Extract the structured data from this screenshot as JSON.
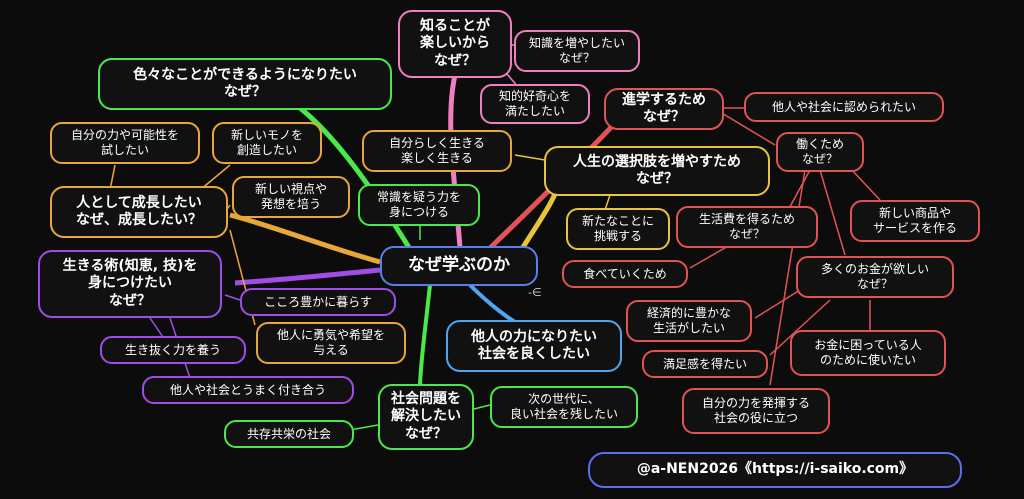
{
  "center": "なぜ学ぶのか",
  "mark": "-∈",
  "nodes": {
    "know_fun": "知ることが\n楽しいから\nなぜ？",
    "increase_knowledge": "知識を増やしたい\nなぜ？",
    "curiosity": "知的好奇心を\n満たしたい",
    "various_things": "色々なことができるようになりたい\nなぜ？",
    "live_myself": "自分らしく生きる\n楽しく生きる",
    "question_common": "常識を疑う力を\n身につける",
    "try_potential": "自分の力や可能性を\n試したい",
    "create_new": "新しいモノを\n創造したい",
    "new_view": "新しい視点や\n発想を培う",
    "grow": "人として成長したい\nなぜ、成長したい？",
    "skills": "生きる術(知恵, 技)を\n身につけたい\nなぜ？",
    "rich_heart": "こころ豊かに暮らす",
    "courage": "他人に勇気や希望を\n与える",
    "survive": "生き抜く力を養う",
    "get_along": "他人や社会とうまく付き合う",
    "go_school": "進学するため\nなぜ？",
    "recognized": "他人や社会に認められたい",
    "choices": "人生の選択肢を増やすため\nなぜ？",
    "work": "働くため\nなぜ？",
    "new_challenge": "新たなことに\n挑戦する",
    "living_cost": "生活費を得るため\nなぜ？",
    "new_product": "新しい商品や\nサービスを作る",
    "eat": "食べていくため",
    "much_money": "多くのお金が欲しい\nなぜ？",
    "rich_life": "経済的に豊かな\n生活がしたい",
    "satisfaction": "満足感を得たい",
    "help_poor": "お金に困っている人\nのために使いたい",
    "use_ability": "自分の力を発揮する\n社会の役に立つ",
    "help_others": "他人の力になりたい\n社会を良くしたい",
    "social_issue": "社会問題を\n解決したい\nなぜ？",
    "next_gen": "次の世代に、\n良い社会を残したい",
    "coexist": "共存共栄の社会"
  },
  "credit": "@a-NEN2026《https://i-saiko.com》",
  "colors": {
    "green": "#4be84b",
    "pink": "#ef7fc0",
    "red": "#e25454",
    "orange": "#e8a738",
    "yellow": "#e8c43a",
    "purple": "#a04de8",
    "blue": "#4fa6ee",
    "center": "#5b7ee8"
  }
}
